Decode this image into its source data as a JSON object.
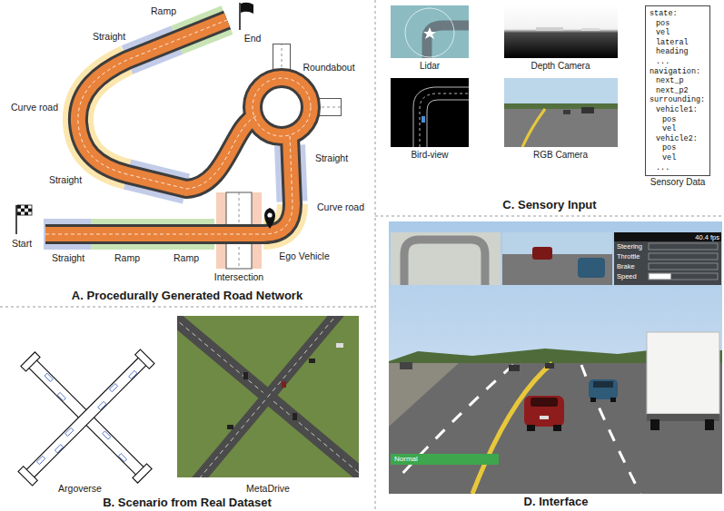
{
  "diagram": {
    "nodes": [
      {
        "text": [
          "state:",
          "pos",
          "vel",
          "lateral",
          "heading",
          "...",
          "navigation:",
          "next_p",
          "next_p2",
          "surrounding:",
          "vehicle1:",
          "pos",
          "vel",
          "vehicle2:",
          "pos",
          "vel",
          "...",
          "Sensory Data"
        ]
      },
      {
        "text": [
          "40.4 fps",
          "Steering",
          "Throttle",
          "Brake",
          "Speed"
        ]
      },
      {
        "text": [
          "Normal"
        ]
      }
    ],
    "labels": [
      "Ramp",
      "End",
      "Straight",
      "Roundabout",
      "Curve road",
      "Straight",
      "Straight",
      "Curve road",
      "Start",
      "Straight",
      "Ramp",
      "Ramp",
      "Ego Vehicle",
      "Intersection",
      "A. Procedurally Generated Road Network",
      "Argoverse",
      "MetaDrive",
      "B. Scenario from Real Dataset",
      "Lidar",
      "Depth Camera",
      "Bird-view",
      "RGB Camera",
      "C. Sensory Input",
      "D. Interface"
    ]
  }
}
